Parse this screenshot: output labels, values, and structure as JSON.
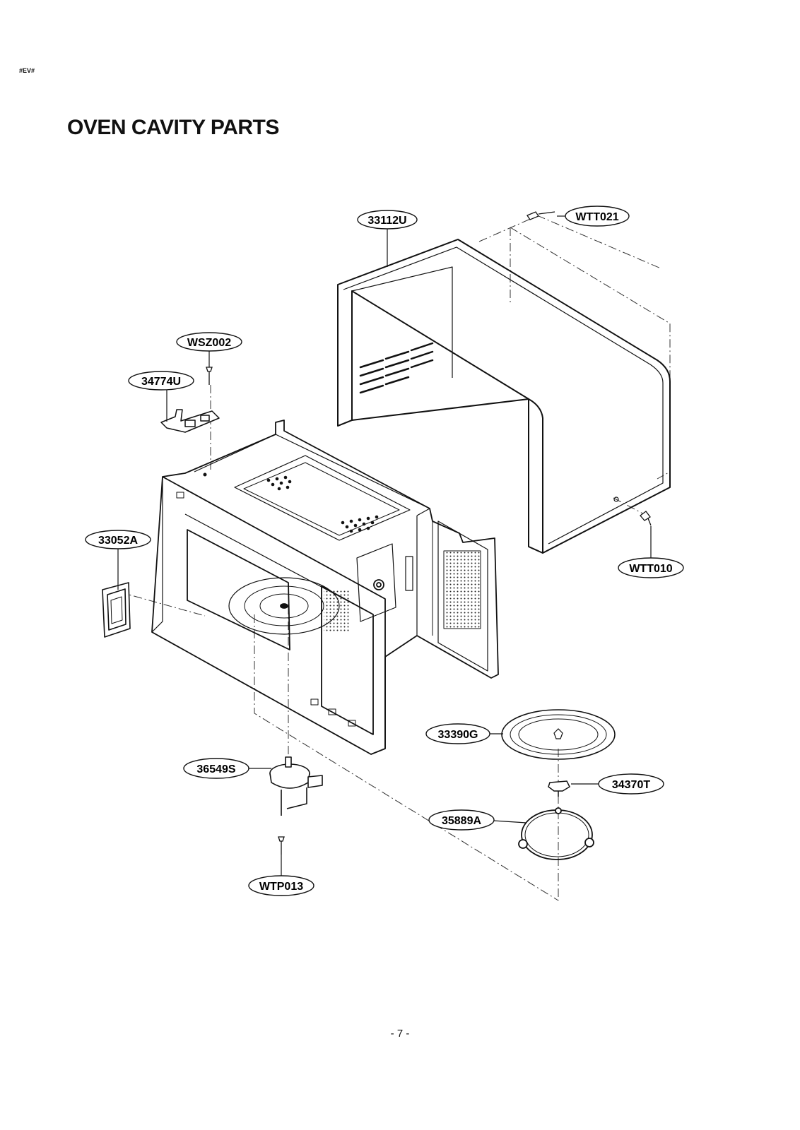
{
  "doc_code": "#EV#",
  "title": "OVEN CAVITY PARTS",
  "page_number": "- 7 -",
  "parts": [
    {
      "id": "cabinet",
      "label": "33112U"
    },
    {
      "id": "screw-top",
      "label": "WTT021"
    },
    {
      "id": "screw-hinge",
      "label": "WSZ002"
    },
    {
      "id": "hinge",
      "label": "34774U"
    },
    {
      "id": "cover",
      "label": "33052A"
    },
    {
      "id": "screw-side",
      "label": "WTT010"
    },
    {
      "id": "tray",
      "label": "33390G"
    },
    {
      "id": "coupler",
      "label": "34370T"
    },
    {
      "id": "roller",
      "label": "35889A"
    },
    {
      "id": "motor",
      "label": "36549S"
    },
    {
      "id": "screw-motor",
      "label": "WTP013"
    }
  ]
}
